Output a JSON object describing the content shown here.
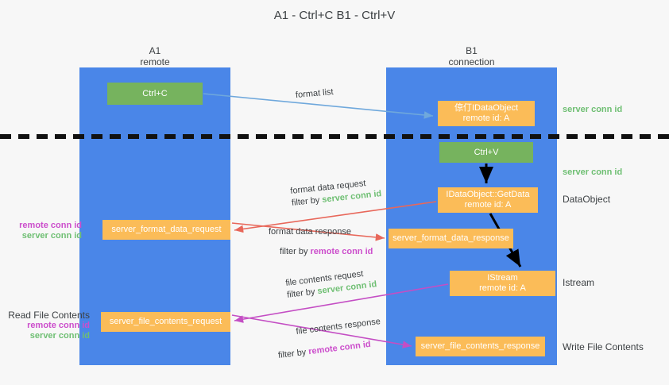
{
  "title": "A1 - Ctrl+C\nB1 - Ctrl+V",
  "columns": {
    "left": {
      "name": "A1",
      "sub": "remote"
    },
    "right": {
      "name": "B1",
      "sub": "connection"
    }
  },
  "boxes": {
    "ctrl_c": {
      "label": "Ctrl+C",
      "color": "#76b35e"
    },
    "idataobject": {
      "label": "倞仃IDataObject\nremote id: A",
      "color": "#fbbc58"
    },
    "ctrl_v": {
      "label": "Ctrl+V",
      "color": "#76b35e"
    },
    "getdata": {
      "label": "IDataObject::GetData\nremote id: A",
      "color": "#fbbc58"
    },
    "fmt_request": {
      "label": "server_format_data_request",
      "color": "#fbbc58"
    },
    "fmt_response": {
      "label": "server_format_data_response",
      "color": "#fbbc58"
    },
    "istream": {
      "label": "IStream\nremote id: A",
      "color": "#fbbc58"
    },
    "fc_request": {
      "label": "server_file_contents_request",
      "color": "#fbbc58"
    },
    "fc_response": {
      "label": "server_file_contents_response",
      "color": "#fbbc58"
    }
  },
  "side_labels": {
    "server_conn_top": "server conn id",
    "server_conn_mid": "server conn id",
    "dataobject": "DataObject",
    "istream": "Istream",
    "write_file_contents": "Write File Contents",
    "read_file_contents": "Read File Contents",
    "remote_conn_id": "remote conn id",
    "server_conn_id": "server conn id"
  },
  "annotations": {
    "format_list": "format list",
    "format_data_request": "format data request",
    "format_data_response": "format data response",
    "file_contents_request": "file contents request",
    "file_contents_response": "file contents response",
    "filter_by": "filter by ",
    "filter_server": "server conn id",
    "filter_remote": "remote conn id"
  },
  "colors": {
    "lane": "#4a86e8",
    "green_box": "#76b35e",
    "orange_box": "#fbbc58",
    "green_text": "#6fbf73",
    "magenta_text": "#cc4ecc",
    "arrow_red": "#e8675a",
    "arrow_blue": "#6fa8dc",
    "arrow_magenta": "#c councils"
  }
}
